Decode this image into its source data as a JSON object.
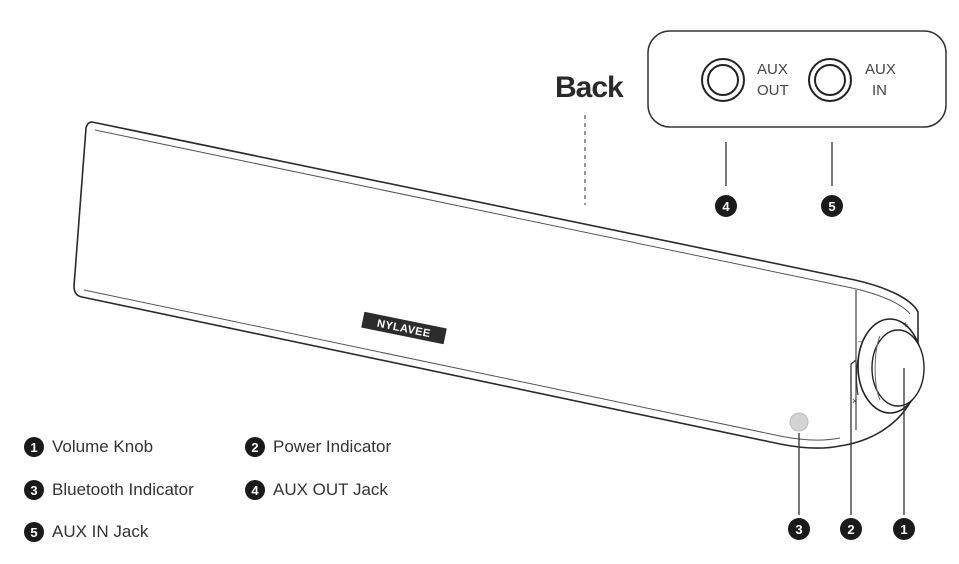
{
  "diagram": {
    "back_title": "Back",
    "brand": "NYLAVEE",
    "panel": {
      "aux_out_line1": "AUX",
      "aux_out_line2": "OUT",
      "aux_in_line1": "AUX",
      "aux_in_line2": "IN"
    },
    "callouts": {
      "c1": "1",
      "c2": "2",
      "c3": "3",
      "c4": "4",
      "c5": "5"
    },
    "knob_marks": {
      "plus": "+",
      "minus": "–",
      "x": "×"
    }
  },
  "legend": [
    {
      "num": "1",
      "label": "Volume Knob"
    },
    {
      "num": "2",
      "label": "Power Indicator"
    },
    {
      "num": "3",
      "label": "Bluetooth Indicator"
    },
    {
      "num": "4",
      "label": "AUX OUT Jack"
    },
    {
      "num": "5",
      "label": "AUX IN Jack"
    }
  ]
}
